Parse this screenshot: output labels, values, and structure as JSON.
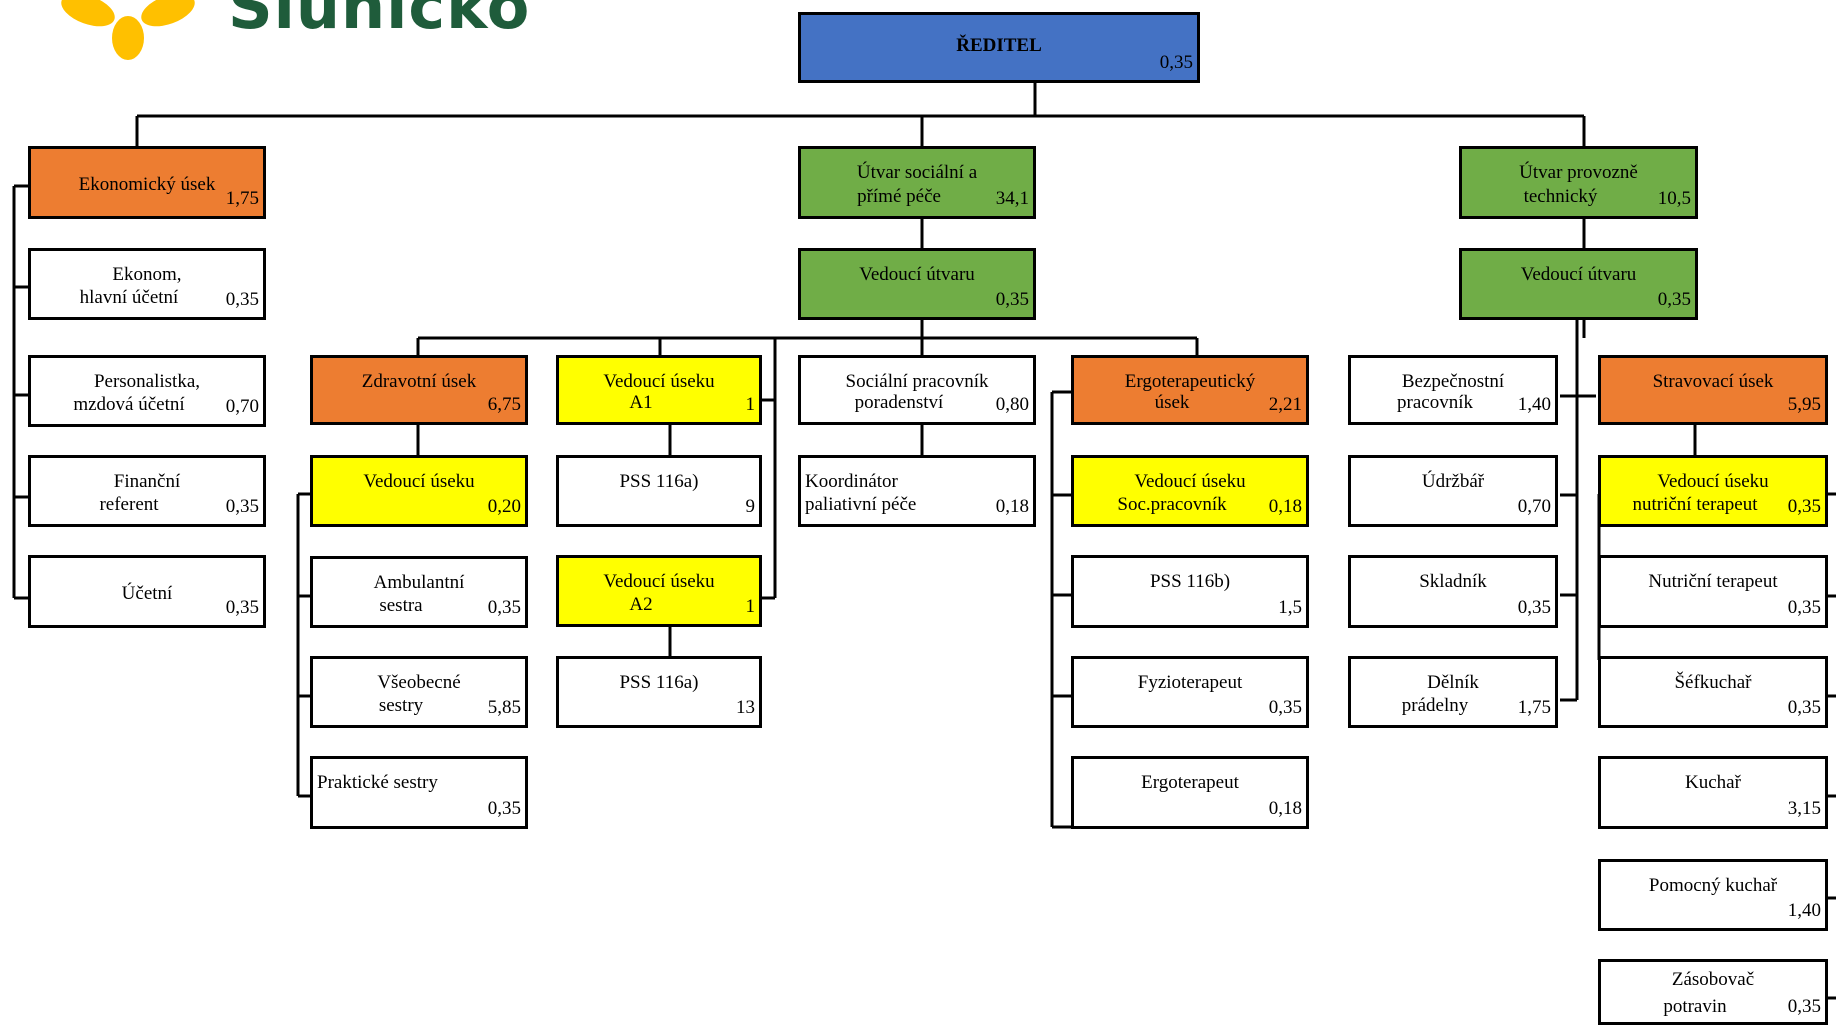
{
  "logo": {
    "text": "Sluníčko",
    "colors": {
      "petal": "#ffc000",
      "text": "#1f5c3b"
    }
  },
  "colors": {
    "director": "#4472c4",
    "department": "#70ad47",
    "section": "#ed7d31",
    "head": "#ffff00",
    "staff": "#ffffff"
  },
  "director": {
    "title": "ŘEDITEL",
    "value": "0,35"
  },
  "economic": {
    "header": {
      "line1": "Ekonomický úsek",
      "line2": "",
      "value": "1,75"
    },
    "items": [
      {
        "line1": "Ekonom,",
        "line2": "hlavní účetní",
        "value": "0,35"
      },
      {
        "line1": "Personalistka,",
        "line2": "mzdová účetní",
        "value": "0,70"
      },
      {
        "line1": "Finanční",
        "line2": "referent",
        "value": "0,35"
      },
      {
        "line1": "Účetní",
        "line2": "",
        "value": "0,35"
      }
    ]
  },
  "social": {
    "header": {
      "line1": "Útvar sociální a",
      "line2": "přímé péče",
      "value": "34,1"
    },
    "head": {
      "line1": "Vedoucí útvaru",
      "line2": "",
      "value": "0,35"
    },
    "health": {
      "header": {
        "line1": "Zdravotní úsek",
        "line2": "",
        "value": "6,75"
      },
      "head": {
        "line1": "Vedoucí úseku",
        "line2": "",
        "value": "0,20"
      },
      "items": [
        {
          "line1": "Ambulantní",
          "line2": "sestra",
          "value": "0,35"
        },
        {
          "line1": "Všeobecné",
          "line2": "sestry",
          "value": "5,85"
        },
        {
          "line1": "Praktické sestry",
          "line2": "",
          "value": "0,35"
        }
      ]
    },
    "a1": {
      "head": {
        "line1": "Vedoucí úseku",
        "line2": "A1",
        "value": "1"
      },
      "item": {
        "line1": "PSS 116a)",
        "line2": "",
        "value": "9"
      }
    },
    "a2": {
      "head": {
        "line1": "Vedoucí úseku",
        "line2": "A2",
        "value": "1"
      },
      "item": {
        "line1": "PSS 116a)",
        "line2": "",
        "value": "13"
      }
    },
    "counsel": {
      "line1": "Sociální pracovník",
      "line2": "poradenství",
      "value": "0,80"
    },
    "palliative": {
      "line1": "Koordinátor",
      "line2": "paliativní péče",
      "value": "0,18"
    },
    "ergo": {
      "header": {
        "line1": "Ergoterapeutický",
        "line2": "úsek",
        "value": "2,21"
      },
      "head": {
        "line1": "Vedoucí úseku",
        "line2": "Soc.pracovník",
        "value": "0,18"
      },
      "items": [
        {
          "line1": "PSS 116b)",
          "line2": "",
          "value": "1,5"
        },
        {
          "line1": "Fyzioterapeut",
          "line2": "",
          "value": "0,35"
        },
        {
          "line1": "Ergoterapeut",
          "line2": "",
          "value": "0,18"
        }
      ]
    }
  },
  "technical": {
    "header": {
      "line1": "Útvar provozně",
      "line2": "technický",
      "value": "10,5"
    },
    "head": {
      "line1": "Vedoucí útvaru",
      "line2": "",
      "value": "0,35"
    },
    "items": [
      {
        "line1": "Bezpečnostní",
        "line2": "pracovník",
        "value": "1,40"
      },
      {
        "line1": "Údržbář",
        "line2": "",
        "value": "0,70"
      },
      {
        "line1": "Skladník",
        "line2": "",
        "value": "0,35"
      },
      {
        "line1": "Dělník",
        "line2": "prádelny",
        "value": "1,75"
      }
    ],
    "catering": {
      "header": {
        "line1": "Stravovací úsek",
        "line2": "",
        "value": "5,95"
      },
      "head": {
        "line1": "Vedoucí úseku",
        "line2": "nutriční terapeut",
        "value": "0,35"
      },
      "items": [
        {
          "line1": "Nutriční terapeut",
          "line2": "",
          "value": "0,35"
        },
        {
          "line1": "Šéfkuchař",
          "line2": "",
          "value": "0,35"
        },
        {
          "line1": "Kuchař",
          "line2": "",
          "value": "3,15"
        },
        {
          "line1": "Pomocný kuchař",
          "line2": "",
          "value": "1,40"
        },
        {
          "line1": "Zásobovač",
          "line2": "potravin",
          "value": "0,35"
        }
      ]
    }
  }
}
